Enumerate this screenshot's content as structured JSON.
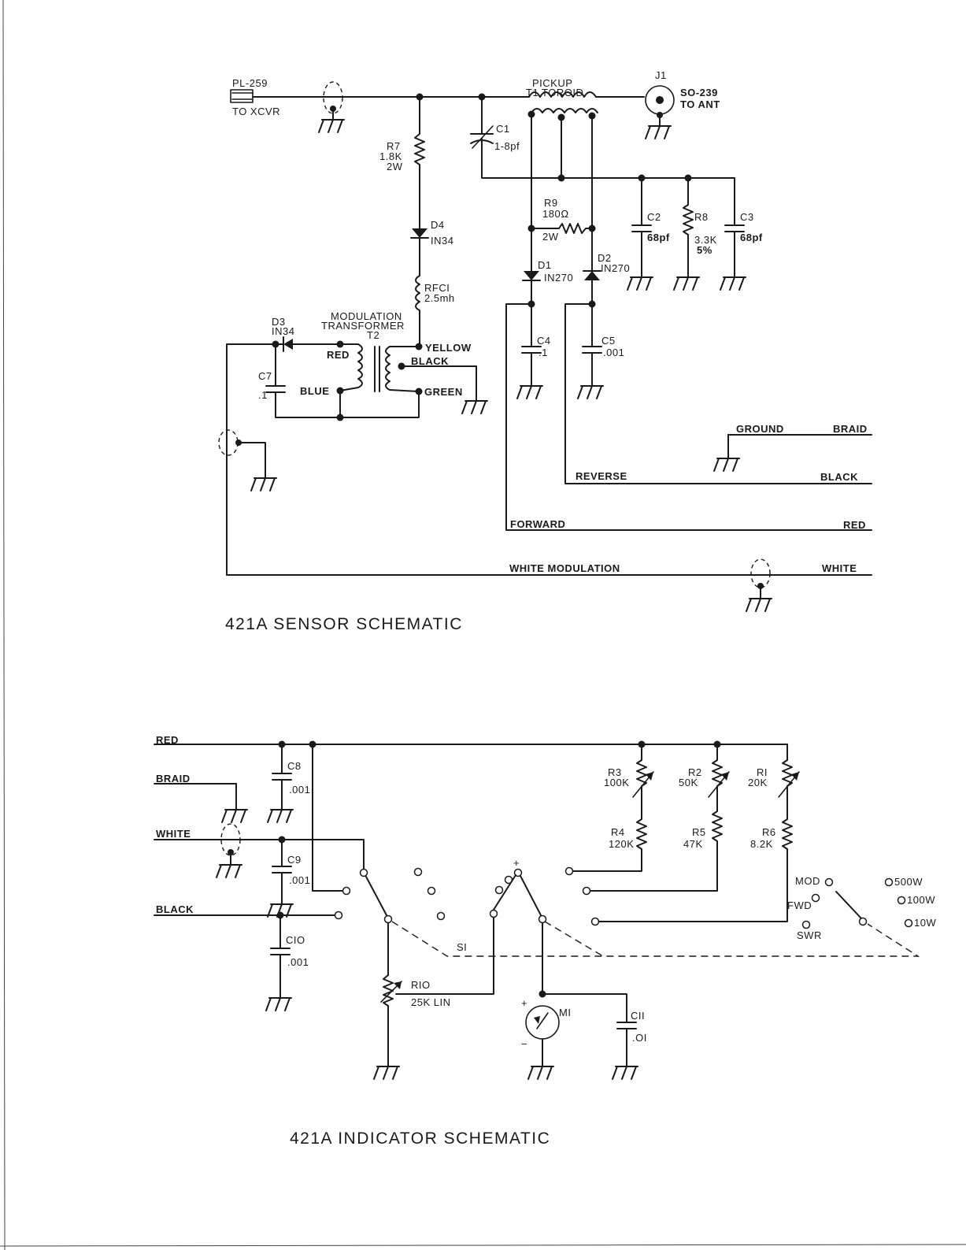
{
  "sensor": {
    "title": "421A  SENSOR  SCHEMATIC",
    "pl259": "PL-259",
    "to_xcvr": "TO  XCVR",
    "j1": "J1",
    "so239": "SO-239",
    "to_ant": "TO  ANT",
    "pickup": "PICKUP",
    "t1": "T1   TOROID",
    "c1": "C1",
    "c1_val": "1-8pf",
    "r7": "R7",
    "r7_val": "1.8K",
    "r7_w": "2W",
    "r9": "R9",
    "r9_val": "180Ω",
    "r9_w": "2W",
    "c2": "C2",
    "c2_val": "68pf",
    "r8": "R8",
    "r8_val": "3.3K",
    "r8_tol": "5%",
    "c3": "C3",
    "c3_val": "68pf",
    "d4": "D4",
    "d4_val": "IN34",
    "d1": "D1",
    "d1_val": "IN270",
    "d2": "D2",
    "d2_val": "IN270",
    "rfc1": "RFCI",
    "rfc1_val": "2.5mh",
    "mod_xfmr_1": "MODULATION",
    "mod_xfmr_2": "TRANSFORMER",
    "t2": "T2",
    "d3": "D3",
    "d3_val": "IN34",
    "red": "RED",
    "blue": "BLUE",
    "yellow": "YELLOW",
    "black": "BLACK",
    "green": "GREEN",
    "c7": "C7",
    "c7_val": ".1",
    "c4": "C4",
    "c4_val": ".1",
    "c5": "C5",
    "c5_val": ".001",
    "ground": "GROUND",
    "braid": "BRAID",
    "reverse": "REVERSE",
    "black_wire": "BLACK",
    "forward": "FORWARD",
    "red_wire": "RED",
    "white_mod": "WHITE   MODULATION",
    "white_wire": "WHITE"
  },
  "indicator": {
    "title": "421A   INDICATOR  SCHEMATIC",
    "red": "RED",
    "braid": "BRAID",
    "white": "WHITE",
    "black": "BLACK",
    "c8": "C8",
    "c8_val": ".001",
    "c9": "C9",
    "c9_val": ".001",
    "c10": "CIO",
    "c10_val": ".001",
    "r3": "R3",
    "r3_val": "100K",
    "r2": "R2",
    "r2_val": "50K",
    "r1": "RI",
    "r1_val": "20K",
    "r4": "R4",
    "r4_val": "120K",
    "r5": "R5",
    "r5_val": "47K",
    "r6": "R6",
    "r6_val": "8.2K",
    "s1": "SI",
    "r10": "RIO",
    "r10_val": "25K  LIN",
    "m1": "MI",
    "plus": "+",
    "minus": "−",
    "c11": "CII",
    "c11_val": ".OI",
    "mod": "MOD",
    "fwd": "FWD",
    "swr": "SWR",
    "p500": "500W",
    "p100": "100W",
    "p10": "10W"
  }
}
